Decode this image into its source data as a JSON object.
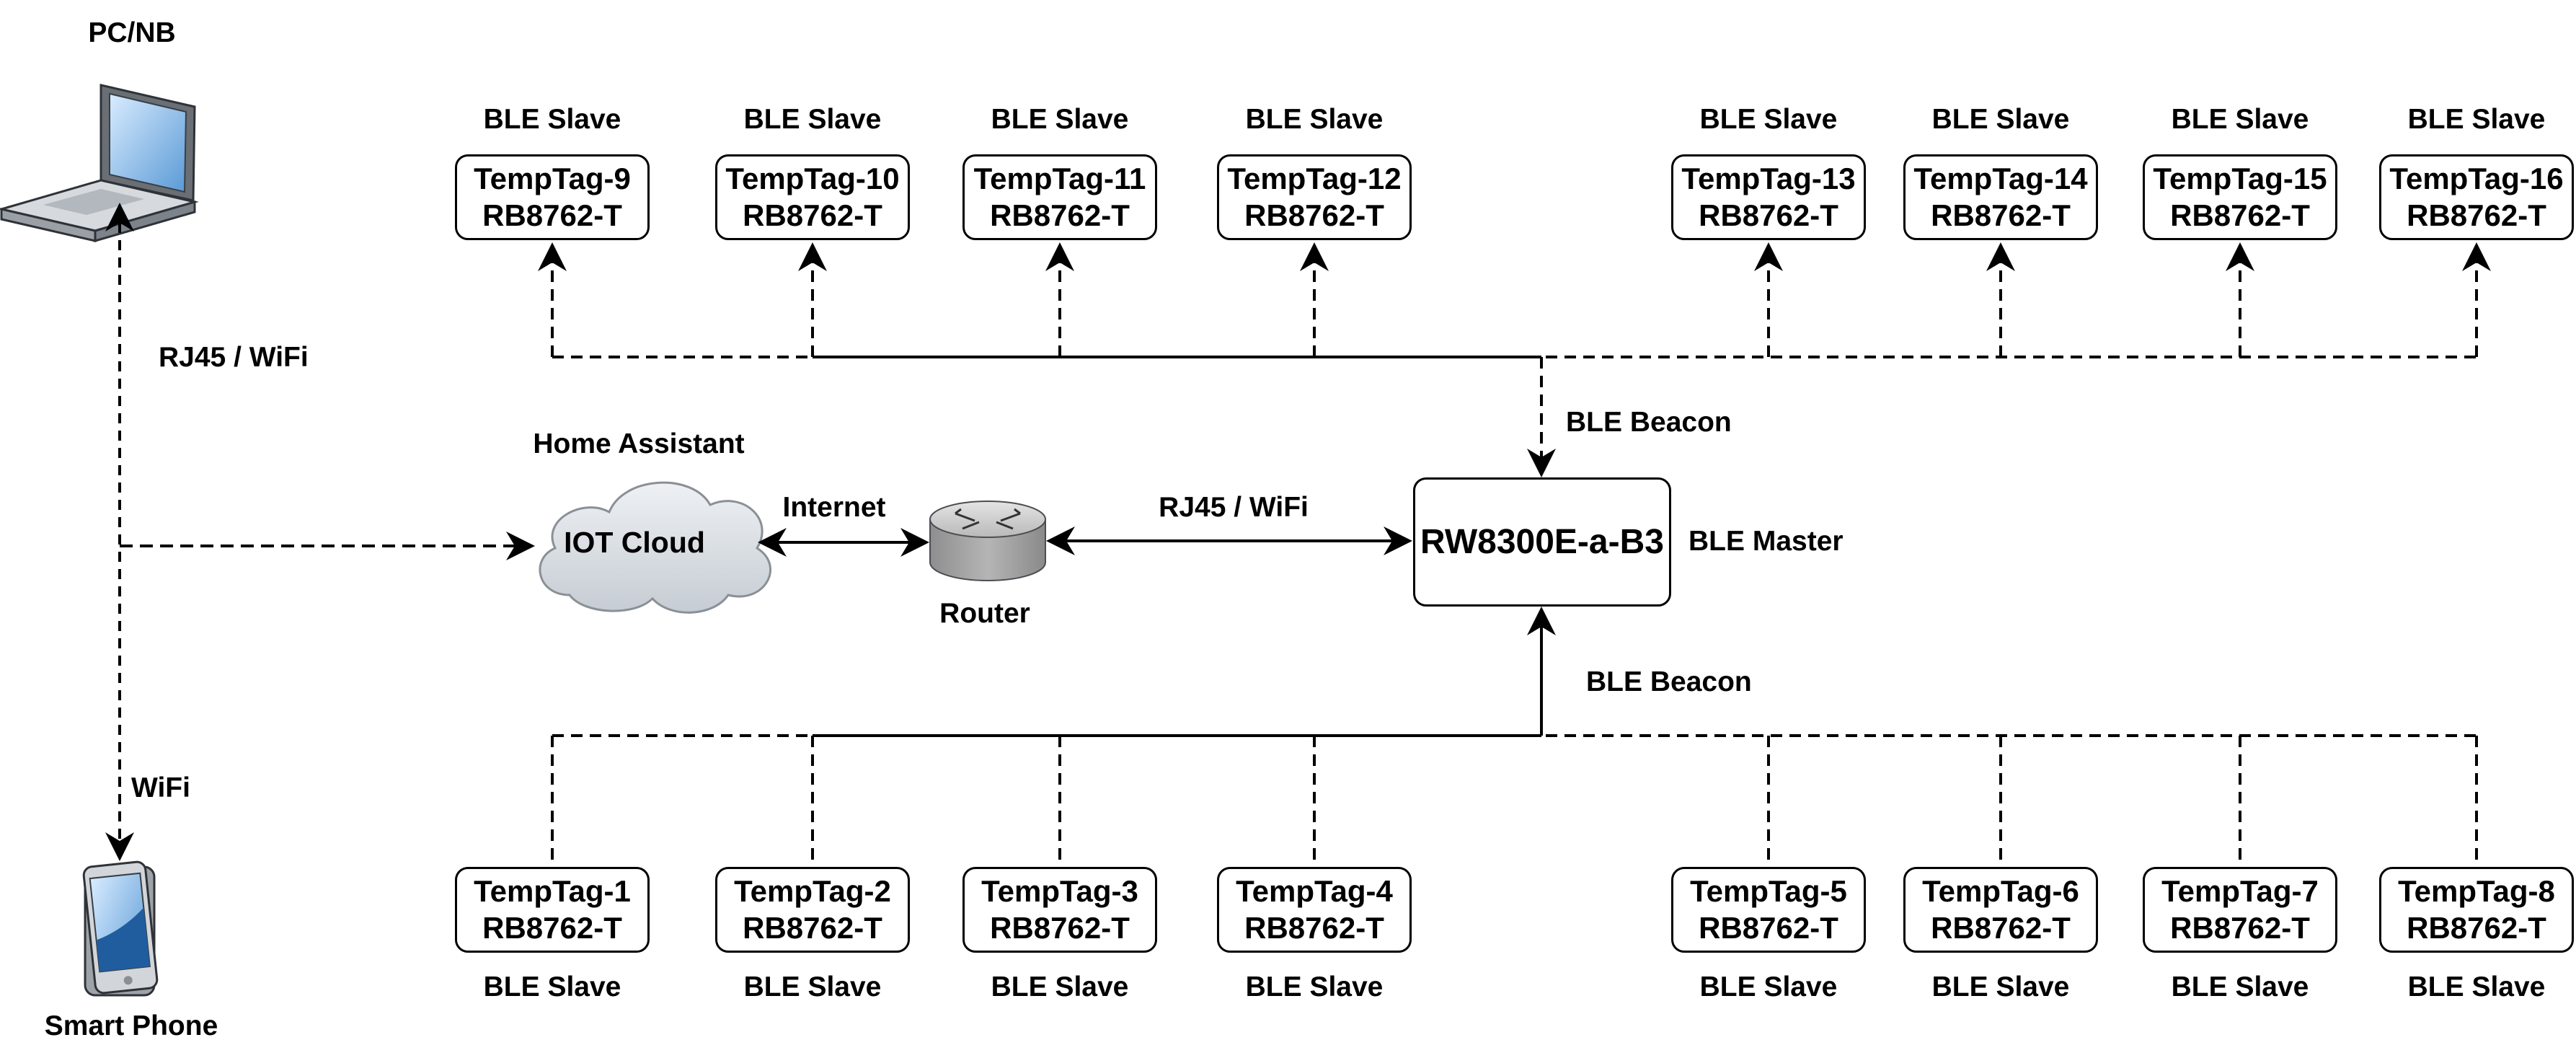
{
  "pc": {
    "label": "PC/NB"
  },
  "phone": {
    "label": "Smart Phone"
  },
  "links": {
    "pc_link": "RJ45 / WiFi",
    "phone_link": "WiFi",
    "internet": "Internet",
    "router_link": "RJ45 / WiFi",
    "beacon_top": "BLE Beacon",
    "beacon_bottom": "BLE Beacon"
  },
  "cloud": {
    "title": "Home Assistant",
    "label": "IOT Cloud"
  },
  "router": {
    "label": "Router"
  },
  "master": {
    "name": "RW8300E-a-B3",
    "role": "BLE Master"
  },
  "top_tags": [
    {
      "role": "BLE Slave",
      "name": "TempTag-9",
      "model": "RB8762-T"
    },
    {
      "role": "BLE Slave",
      "name": "TempTag-10",
      "model": "RB8762-T"
    },
    {
      "role": "BLE Slave",
      "name": "TempTag-11",
      "model": "RB8762-T"
    },
    {
      "role": "BLE Slave",
      "name": "TempTag-12",
      "model": "RB8762-T"
    },
    {
      "role": "BLE Slave",
      "name": "TempTag-13",
      "model": "RB8762-T"
    },
    {
      "role": "BLE Slave",
      "name": "TempTag-14",
      "model": "RB8762-T"
    },
    {
      "role": "BLE Slave",
      "name": "TempTag-15",
      "model": "RB8762-T"
    },
    {
      "role": "BLE Slave",
      "name": "TempTag-16",
      "model": "RB8762-T"
    }
  ],
  "bottom_tags": [
    {
      "role": "BLE Slave",
      "name": "TempTag-1",
      "model": "RB8762-T"
    },
    {
      "role": "BLE Slave",
      "name": "TempTag-2",
      "model": "RB8762-T"
    },
    {
      "role": "BLE Slave",
      "name": "TempTag-3",
      "model": "RB8762-T"
    },
    {
      "role": "BLE Slave",
      "name": "TempTag-4",
      "model": "RB8762-T"
    },
    {
      "role": "BLE Slave",
      "name": "TempTag-5",
      "model": "RB8762-T"
    },
    {
      "role": "BLE Slave",
      "name": "TempTag-6",
      "model": "RB8762-T"
    },
    {
      "role": "BLE Slave",
      "name": "TempTag-7",
      "model": "RB8762-T"
    },
    {
      "role": "BLE Slave",
      "name": "TempTag-8",
      "model": "RB8762-T"
    }
  ]
}
